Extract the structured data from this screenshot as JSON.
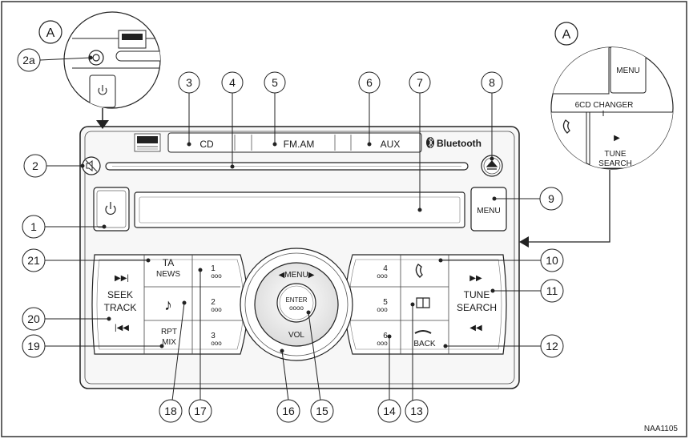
{
  "callouts": {
    "c1": "1",
    "c2": "2",
    "c2a": "2a",
    "c3": "3",
    "c4": "4",
    "c5": "5",
    "c6": "6",
    "c7": "7",
    "c8": "8",
    "c9": "9",
    "c10": "10",
    "c11": "11",
    "c12": "12",
    "c13": "13",
    "c14": "14",
    "c15": "15",
    "c16": "16",
    "c17": "17",
    "c18": "18",
    "c19": "19",
    "c20": "20",
    "c21": "21"
  },
  "detail_marker": "A",
  "top_buttons": {
    "cd": "CD",
    "fm_am": "FM.AM",
    "aux": "AUX"
  },
  "bluetooth": "Bluetooth",
  "menu": "MENU",
  "ta": "TA",
  "news": "NEWS",
  "seek": "SEEK",
  "track": "TRACK",
  "rpt": "RPT",
  "mix": "MIX",
  "presets": {
    "p1": "1",
    "p2": "2",
    "p3": "3",
    "p4": "4",
    "p5": "5",
    "p6": "6"
  },
  "knob_menu": "MENU",
  "enter": "ENTER",
  "vol": "VOL",
  "tune": "TUNE",
  "search": "SEARCH",
  "back": "BACK",
  "inset_right": {
    "menu": "MENU",
    "changer": "6CD CHANGER",
    "tune": "TUNE",
    "search": "SEARCH"
  },
  "figure_id": "NAA1105"
}
